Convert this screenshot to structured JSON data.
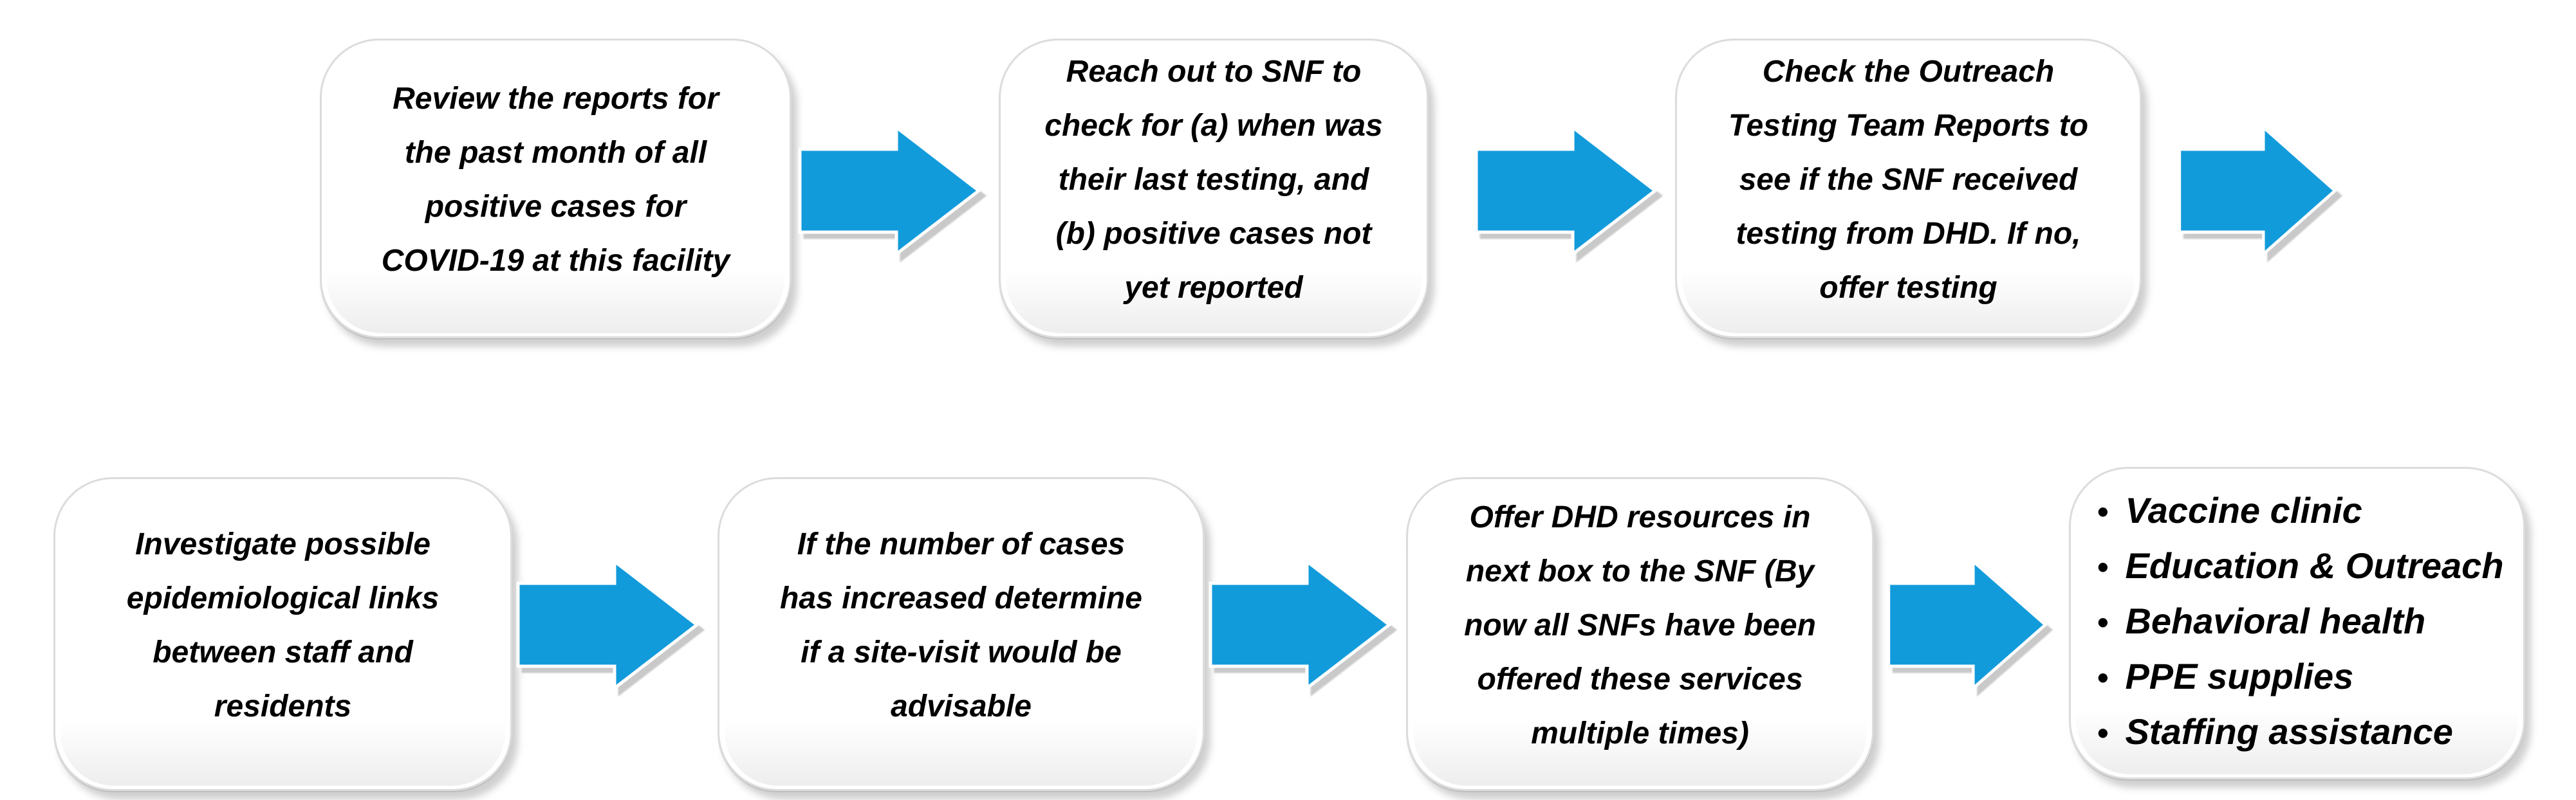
{
  "colors": {
    "arrow_blue": "#129BDB",
    "arrow_shadow": "#C9C9C9",
    "box_border": "#DCDCDC",
    "box_fill": "#FFFFFF",
    "text": "#000000"
  },
  "steps": [
    {
      "text": "Review the reports for\nthe past month of all\npositive cases for\nCOVID-19 at this facility"
    },
    {
      "text": "Reach out to SNF to\ncheck for (a) when was\ntheir last testing, and\n(b) positive cases not\nyet reported"
    },
    {
      "text": "Check the Outreach\nTesting  Team Reports to\nsee if the SNF received\ntesting from DHD.  If no,\noffer testing"
    },
    {
      "text": "Investigate possible\nepidemiological links\nbetween staff and\nresidents"
    },
    {
      "text": "If the number of cases\nhas increased determine\nif a site-visit would be\nadvisable"
    },
    {
      "text": "Offer DHD resources in\nnext box to the SNF (By\nnow all SNFs have been\noffered these services\nmultiple times)"
    },
    {
      "bullets": [
        "Vaccine clinic",
        "Education & Outreach",
        "Behavioral health",
        "PPE supplies",
        "Staffing assistance"
      ]
    }
  ]
}
